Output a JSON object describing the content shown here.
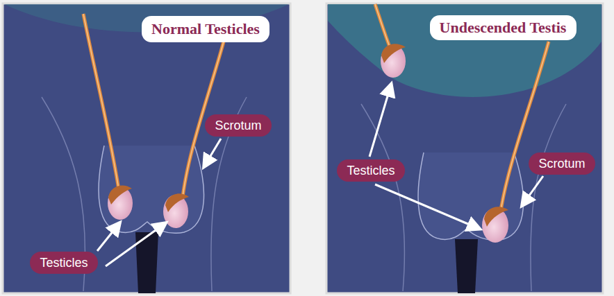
{
  "diagram": {
    "nodes": [
      {
        "text": [
          "Normal Testicles"
        ]
      },
      {
        "text": [
          "Scrotum"
        ]
      },
      {
        "text": [
          "Testicles"
        ]
      },
      {
        "text": [
          "Undescended Testis"
        ]
      },
      {
        "text": [
          "Testicles"
        ]
      },
      {
        "text": [
          "Scrotum"
        ]
      }
    ]
  }
}
